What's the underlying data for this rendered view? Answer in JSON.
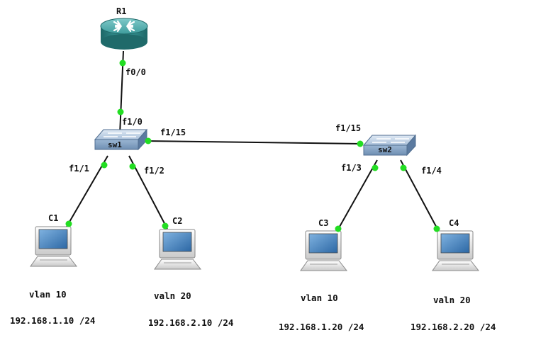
{
  "diagram": {
    "router": {
      "name": "R1",
      "port": "f0/0"
    },
    "switches": [
      {
        "name": "sw1",
        "uplink_port": "f1/0",
        "trunk_port": "f1/15",
        "ports": [
          "f1/1",
          "f1/2"
        ]
      },
      {
        "name": "sw2",
        "trunk_port": "f1/15",
        "ports": [
          "f1/3",
          "f1/4"
        ]
      }
    ],
    "hosts": [
      {
        "name": "C1",
        "vlan": "vlan 10",
        "ip": "192.168.1.10 /24"
      },
      {
        "name": "C2",
        "vlan": "valn 20",
        "ip": "192.168.2.10 /24"
      },
      {
        "name": "C3",
        "vlan": "vlan 10",
        "ip": "192.168.1.20 /24"
      },
      {
        "name": "C4",
        "vlan": "valn 20",
        "ip": "192.168.2.20 /24"
      }
    ],
    "colors": {
      "link": "#111111",
      "port_dot": "#22dd22",
      "router": "#2f8a8a",
      "switch": "#5c88b8",
      "screen": "#3b78b4"
    }
  }
}
